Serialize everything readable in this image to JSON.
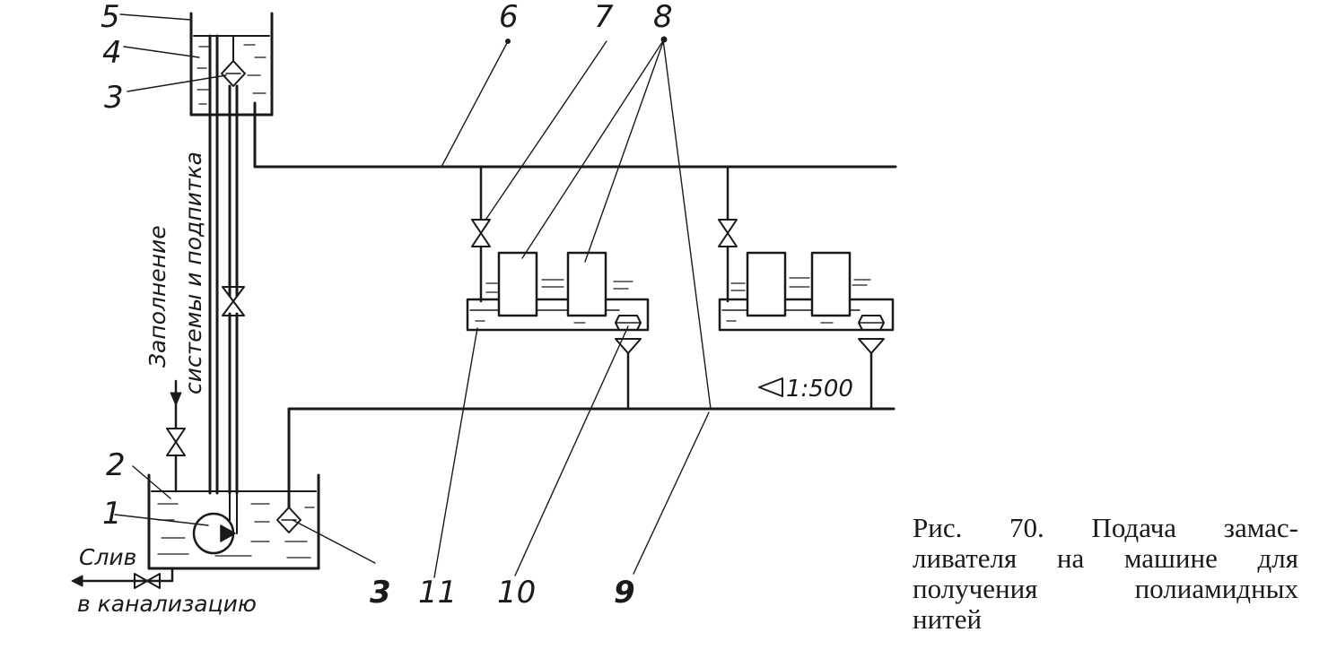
{
  "labels": {
    "n1": "1",
    "n2": "2",
    "n3_top": "3",
    "n3_bottom": "3",
    "n4": "4",
    "n5": "5",
    "n6": "6",
    "n7": "7",
    "n8": "8",
    "n9": "9",
    "n10": "10",
    "n11": "11"
  },
  "annotations": {
    "fill_line1": "Заполнение",
    "fill_line2": "системы и подпитка",
    "drain_line1": "Слив",
    "drain_line2": "в канализацию",
    "slope": "1:500"
  },
  "caption": {
    "line1": "Рис. 70. Подача замас-",
    "line2": "ливателя на машине для",
    "line3": "получения полиамидных",
    "line4": "нитей"
  }
}
